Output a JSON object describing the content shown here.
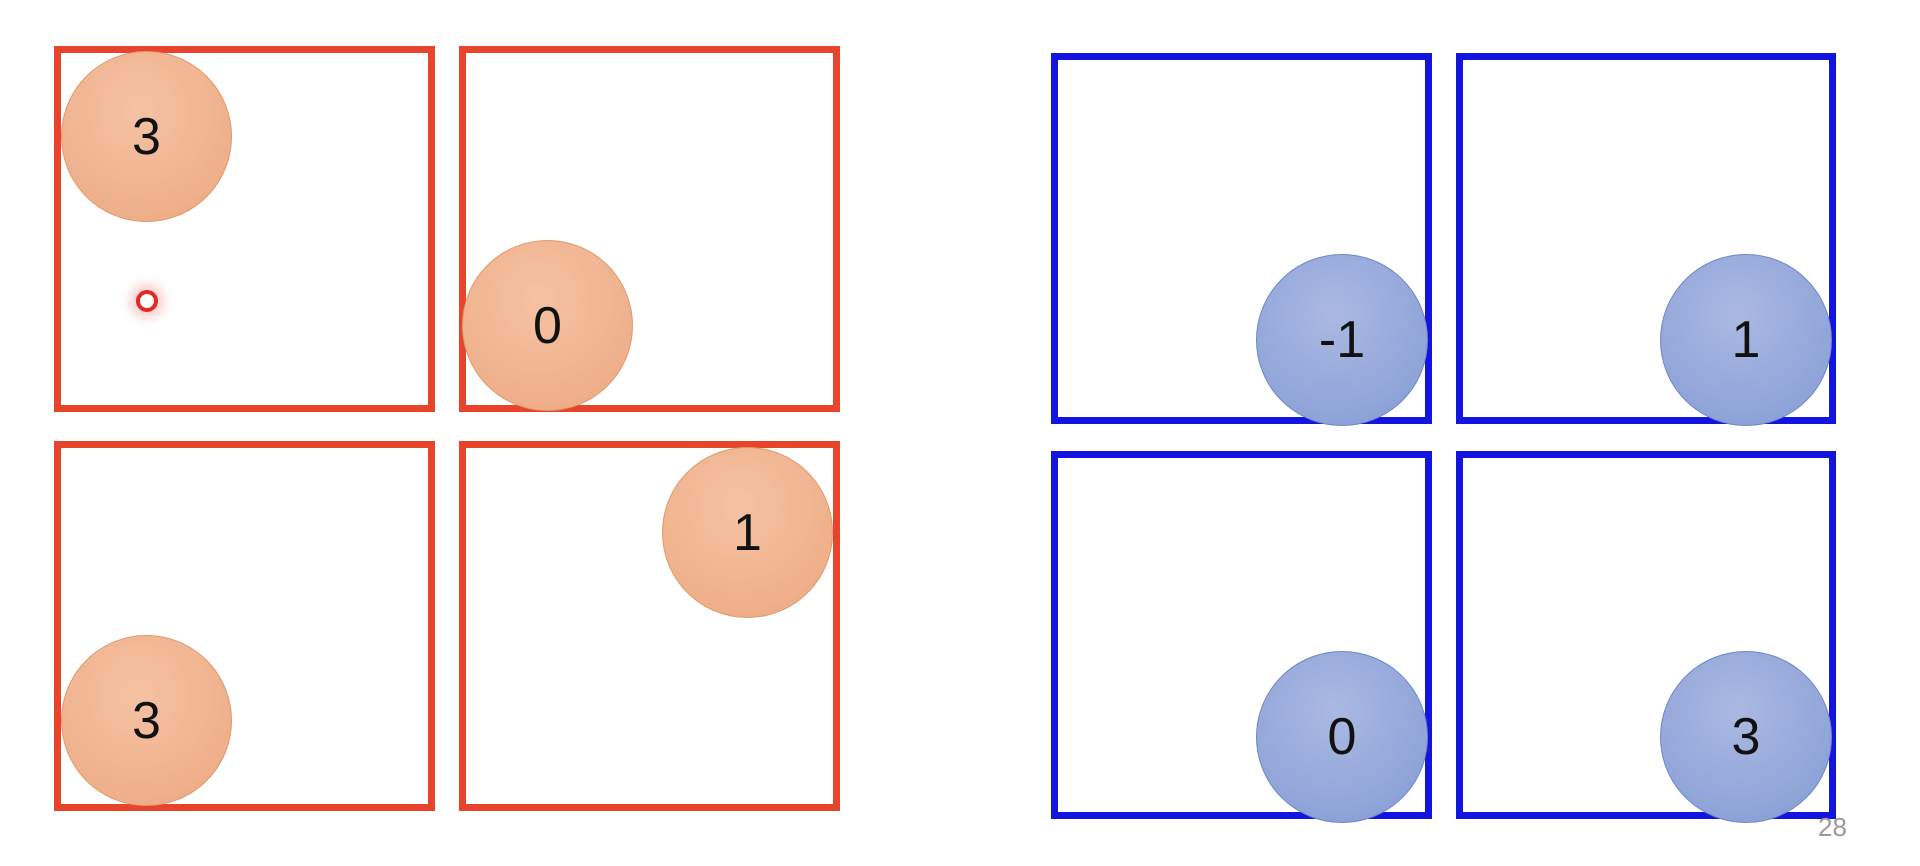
{
  "left_grid": {
    "color": "#e8442b",
    "cells": [
      {
        "value": "3"
      },
      {
        "value": "0"
      },
      {
        "value": "3"
      },
      {
        "value": "1"
      }
    ]
  },
  "right_grid": {
    "color": "#1414e0",
    "cells": [
      {
        "value": "-1"
      },
      {
        "value": "1"
      },
      {
        "value": "0"
      },
      {
        "value": "3"
      }
    ]
  },
  "circle_colors": {
    "orange": "#efb08b",
    "blue": "#8fa4d8"
  },
  "pointer_color": "#e32a22",
  "page_number": "28"
}
